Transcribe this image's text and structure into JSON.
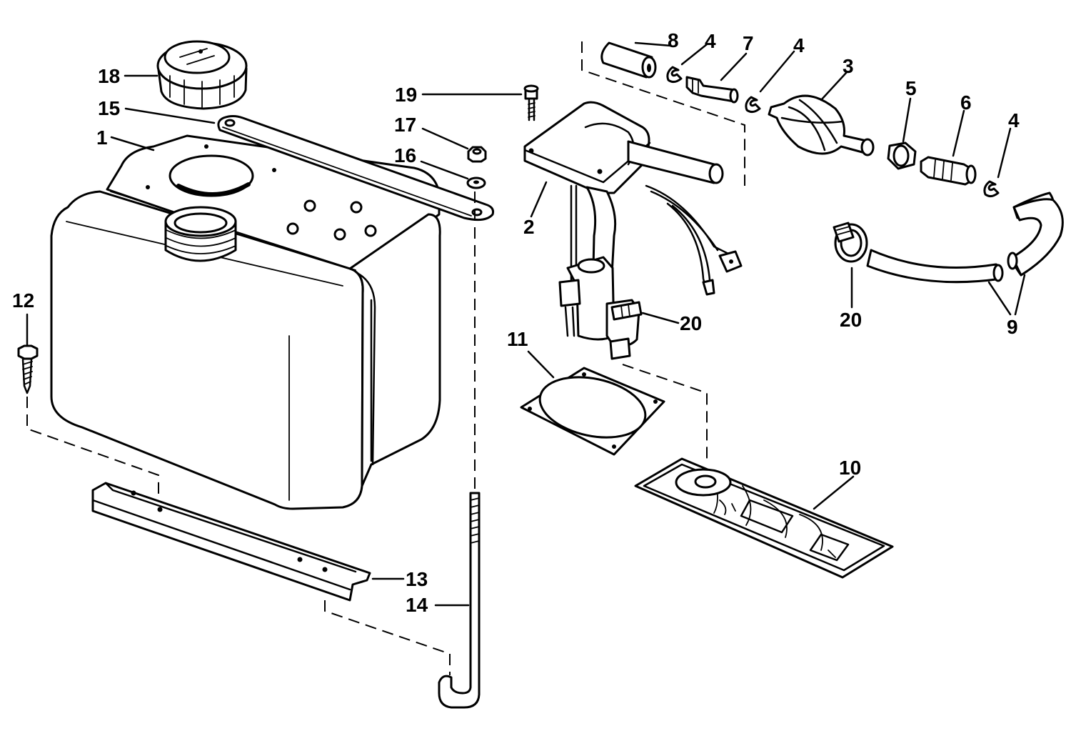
{
  "callouts": [
    {
      "id": "c1",
      "text": "1"
    },
    {
      "id": "c2",
      "text": "2"
    },
    {
      "id": "c3",
      "text": "3"
    },
    {
      "id": "c4a",
      "text": "4"
    },
    {
      "id": "c4b",
      "text": "4"
    },
    {
      "id": "c4c",
      "text": "4"
    },
    {
      "id": "c5",
      "text": "5"
    },
    {
      "id": "c6",
      "text": "6"
    },
    {
      "id": "c7",
      "text": "7"
    },
    {
      "id": "c8",
      "text": "8"
    },
    {
      "id": "c9",
      "text": "9"
    },
    {
      "id": "c10",
      "text": "10"
    },
    {
      "id": "c11",
      "text": "11"
    },
    {
      "id": "c12",
      "text": "12"
    },
    {
      "id": "c13",
      "text": "13"
    },
    {
      "id": "c14",
      "text": "14"
    },
    {
      "id": "c15",
      "text": "15"
    },
    {
      "id": "c16",
      "text": "16"
    },
    {
      "id": "c17",
      "text": "17"
    },
    {
      "id": "c18",
      "text": "18"
    },
    {
      "id": "c19",
      "text": "19"
    },
    {
      "id": "c20a",
      "text": "20"
    },
    {
      "id": "c20b",
      "text": "20"
    }
  ],
  "colors": {
    "line": "#000000",
    "background": "#ffffff"
  }
}
